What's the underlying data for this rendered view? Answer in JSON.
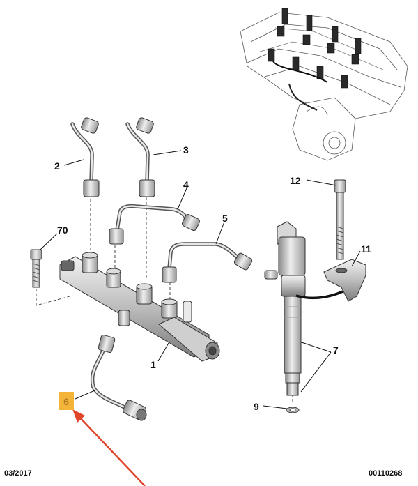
{
  "callouts": [
    "2",
    "3",
    "4",
    "5",
    "70",
    "12",
    "11",
    "1",
    "7",
    "9"
  ],
  "highlighted_callout": "6",
  "highlight_color": "#f4b43a",
  "pointer_arrow_color": "#e0452c",
  "footer": {
    "date": "03/2017",
    "reference": "00110268"
  }
}
